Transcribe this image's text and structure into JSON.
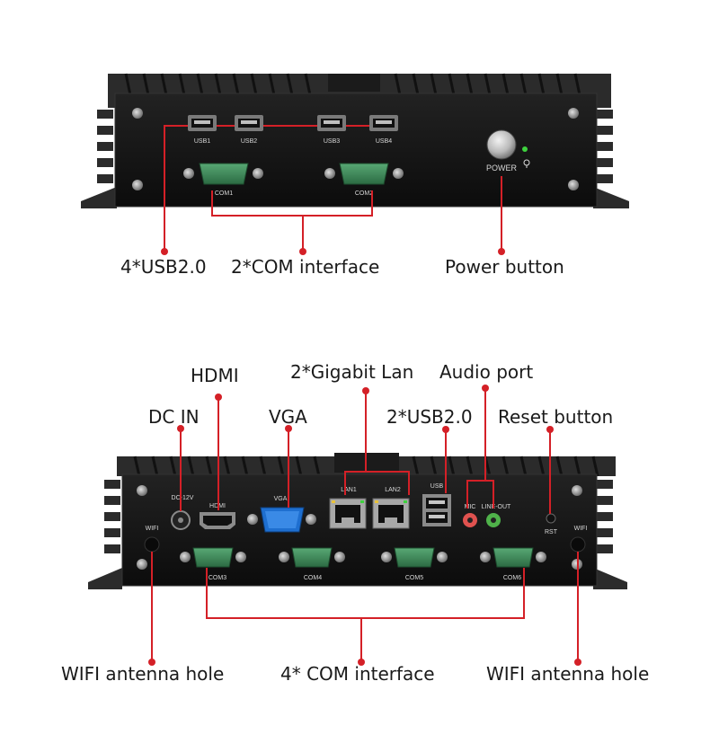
{
  "front_panel": {
    "callouts": {
      "usb": "4*USB2.0",
      "com": "2*COM interface",
      "power": "Power button"
    },
    "port_labels": {
      "usb1": "USB1",
      "usb2": "USB2",
      "usb3": "USB3",
      "usb4": "USB4",
      "com1": "COM1",
      "com2": "COM2",
      "power": "POWER"
    }
  },
  "rear_panel": {
    "callouts": {
      "hdmi": "HDMI",
      "lan": "2*Gigabit Lan",
      "audio": "Audio port",
      "dc_in": "DC IN",
      "vga": "VGA",
      "usb": "2*USB2.0",
      "reset": "Reset button",
      "wifi_left": "WIFI antenna hole",
      "com": "4* COM interface",
      "wifi_right": "WIFI antenna hole"
    },
    "port_labels": {
      "dc": "DC-12V",
      "hdmi": "HDMI",
      "vga": "VGA",
      "lan1": "LAN1",
      "lan2": "LAN2",
      "usb": "USB",
      "mic": "MIC",
      "lineout": "LINE-OUT",
      "rst": "RST",
      "wifi_left": "WIFI",
      "wifi_right": "WIFI",
      "com3": "COM3",
      "com4": "COM4",
      "com5": "COM5",
      "com6": "COM6"
    }
  },
  "colors": {
    "leader": "#d42027",
    "chassis": "#121212",
    "fins": "#2e2e2e",
    "vga": "#1e6fd0",
    "com": "#3d8a58",
    "mic": "#e0524f",
    "lineout": "#4fb24a",
    "power_led": "#3ed23e"
  }
}
